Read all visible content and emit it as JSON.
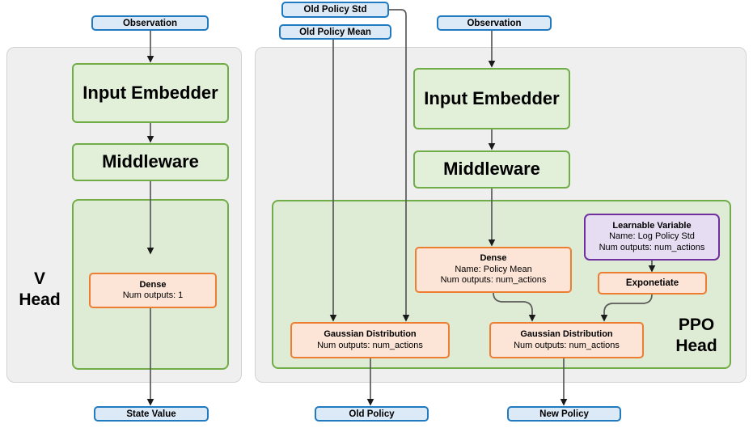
{
  "diagram": {
    "title_v": "V\nHead",
    "title_ppo": "PPO\nHead"
  },
  "labels": {
    "v_head": "V Head",
    "ppo_head": "PPO Head"
  },
  "inputs": {
    "observation_left": "Observation",
    "observation_right": "Observation",
    "old_policy_std": "Old Policy Std",
    "old_policy_mean": "Old Policy Mean"
  },
  "outputs": {
    "state_value": "State Value",
    "old_policy": "Old Policy",
    "new_policy": "New Policy"
  },
  "v_head": {
    "input_embedder": "Input Embedder",
    "middleware": "Middleware",
    "dense_title": "Dense",
    "dense_sub": "Num outputs: 1"
  },
  "ppo_head": {
    "input_embedder": "Input Embedder",
    "middleware": "Middleware",
    "dense_title": "Dense",
    "dense_name": "Name: Policy Mean",
    "dense_outputs": "Num outputs: num_actions",
    "learnable_title": "Learnable Variable",
    "learnable_name": "Name: Log Policy Std",
    "learnable_outputs": "Num outputs: num_actions",
    "exponentiate": "Exponetiate",
    "gaussian_old_title": "Gaussian Distribution",
    "gaussian_old_sub": "Num outputs: num_actions",
    "gaussian_new_title": "Gaussian Distribution",
    "gaussian_new_sub": "Num outputs: num_actions"
  },
  "colors": {
    "green_border": "#70ad47",
    "green_fill": "#e2efd9",
    "orange_border": "#ed7d31",
    "orange_fill": "#fce4d6",
    "purple_border": "#7030a0",
    "purple_fill": "#e6ddf2",
    "blue_border": "#1f7ac0",
    "blue_fill": "#dce9f7",
    "panel_fill": "#efefef",
    "arrow": "#404040"
  }
}
